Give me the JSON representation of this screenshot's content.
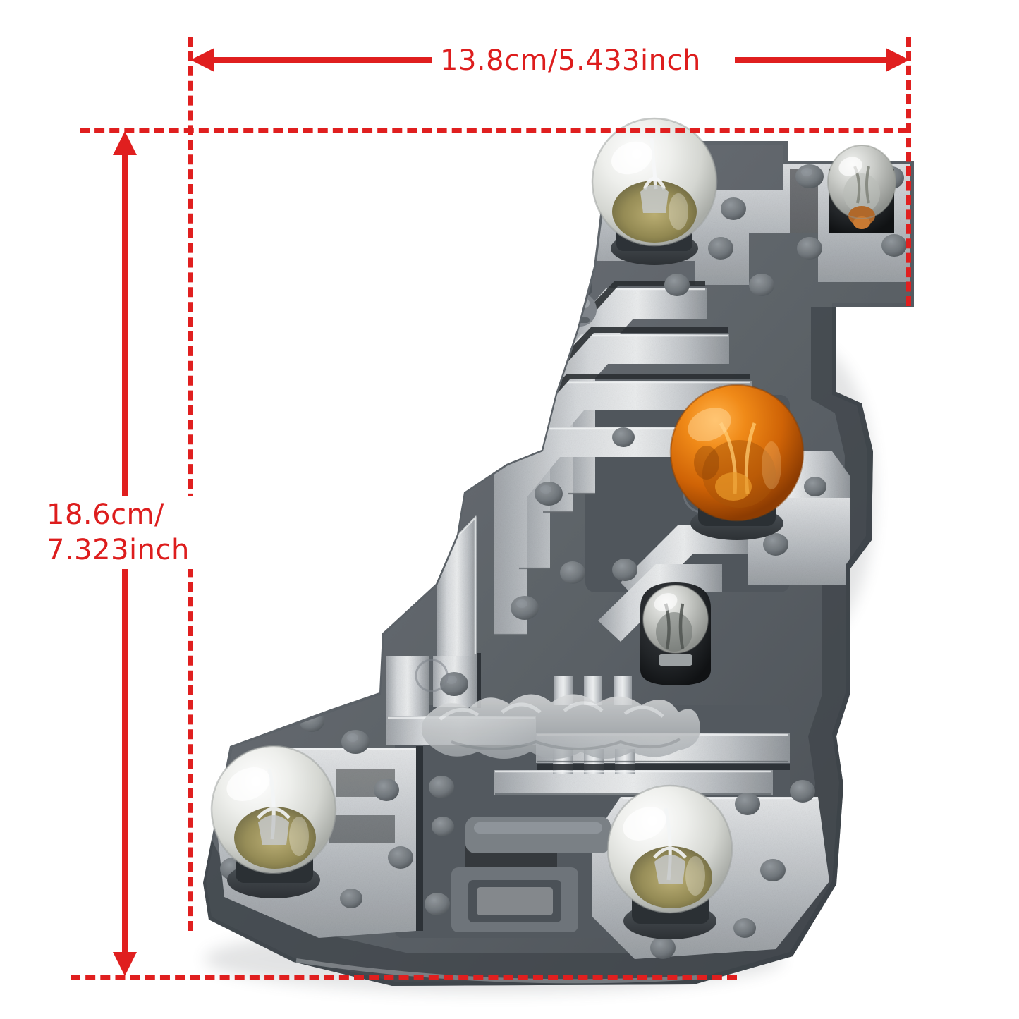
{
  "image": {
    "subject": "tail-light-bulb-carrier-circuit-board",
    "background_color": "#ffffff",
    "annotation_color": "#e01f1f"
  },
  "dimensions": {
    "width_label": "13.8cm/5.433inch",
    "height_label_line1": "18.6cm/",
    "height_label_line2": "7.323inch",
    "width_cm": "13.8",
    "width_inch": "5.433",
    "height_cm": "18.6",
    "height_inch": "7.323",
    "unit_primary": "cm",
    "unit_secondary": "inch"
  },
  "product": {
    "name": "tail-light-bulb-holder",
    "body_colors": {
      "plastic_dark": "#565c62",
      "plastic_mid": "#6e747a",
      "metal_light": "#c3c7cb",
      "metal_highlight": "#e6e8ea",
      "metal_shadow": "#8f9498",
      "rivet": "#71777d",
      "black_socket": "#1e2124"
    },
    "bulbs": [
      {
        "id": "bulb-top-left",
        "type": "clear-globe",
        "color": "#e8e9e6",
        "size": "large"
      },
      {
        "id": "bulb-top-right",
        "type": "clear-small",
        "color": "#dcdcd8",
        "size": "small"
      },
      {
        "id": "bulb-amber",
        "type": "amber-globe",
        "color": "#d8710f",
        "size": "large"
      },
      {
        "id": "bulb-center-wedge",
        "type": "clear-wedge",
        "color": "#c9cac6",
        "size": "small"
      },
      {
        "id": "bulb-bottom-left",
        "type": "clear-globe",
        "color": "#e8e9e6",
        "size": "large"
      },
      {
        "id": "bulb-bottom-right",
        "type": "clear-globe",
        "color": "#e8e9e6",
        "size": "large"
      }
    ]
  }
}
